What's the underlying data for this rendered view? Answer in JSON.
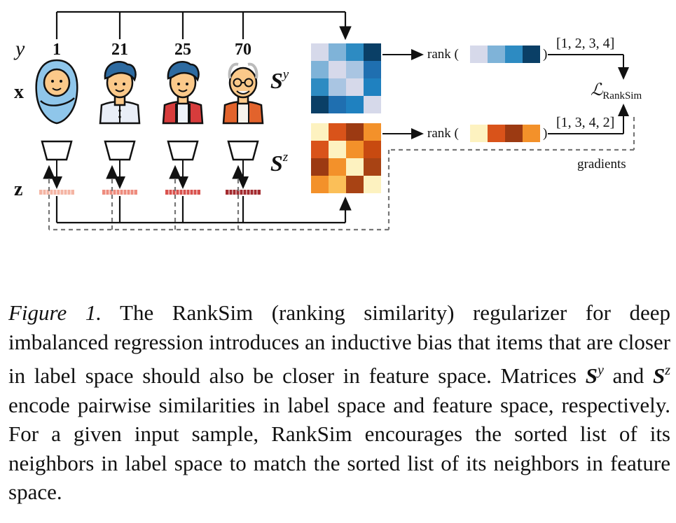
{
  "figure": {
    "row_labels": {
      "y": "y",
      "x": "x",
      "z": "z"
    },
    "labels": [
      "1",
      "21",
      "25",
      "70"
    ],
    "sy_label": "S",
    "sy_sup": "y",
    "sz_label": "S",
    "sz_sup": "z",
    "rank_text_top": "rank (",
    "rank_text_bottom": "rank (",
    "rank_close": ")",
    "rank_list_top": "[1, 2, 3, 4]",
    "rank_list_bottom": "[1, 3, 4, 2]",
    "loss_symbol": "ℒ",
    "loss_subscript": "RankSim",
    "gradients_label": "gradients",
    "icons": [
      "baby-icon",
      "young-man-icon",
      "man-icon",
      "elderly-man-icon"
    ],
    "sy_matrix": [
      [
        "#d6d9ea",
        "#7fb3d8",
        "#2d8bc2",
        "#0a3f66"
      ],
      [
        "#7fb3d8",
        "#d6d9ea",
        "#a9c5e2",
        "#1f6fb0"
      ],
      [
        "#2d8bc2",
        "#a9c5e2",
        "#d6d9ea",
        "#1f81c0"
      ],
      [
        "#0a3f66",
        "#1f6fb0",
        "#1f81c0",
        "#d6d9ea"
      ]
    ],
    "sz_matrix": [
      [
        "#fdf2c0",
        "#d9531a",
        "#9c3a12",
        "#f3912a"
      ],
      [
        "#d9531a",
        "#fdf2c0",
        "#f3912a",
        "#c84a10"
      ],
      [
        "#9c3a12",
        "#f3912a",
        "#fdf2c0",
        "#a84314"
      ],
      [
        "#f3912a",
        "#fbbf58",
        "#a84314",
        "#fdf2c0"
      ]
    ],
    "sy_row": [
      "#d6d9ea",
      "#7fb3d8",
      "#2d8bc2",
      "#0a3f66"
    ],
    "sz_row": [
      "#fdf2c0",
      "#d9531a",
      "#9c3a12",
      "#f3912a"
    ],
    "embed_colors": [
      "#f4b5a4",
      "#ee8c7e",
      "#d9534f",
      "#a32b2f"
    ]
  },
  "caption": {
    "label": "Figure 1.",
    "part1": " The RankSim (ranking similarity) regularizer for deep imbalanced regression introduces an inductive bias that items that are closer in label space should also be closer in feature space. Matrices ",
    "sym1": "S",
    "sup1": "y",
    "part2": " and ",
    "sym2": "S",
    "sup2": "z",
    "part3": " encode pairwise similarities in label space and feature space, respectively. For a given input sample, RankSim encourages the sorted list of its neighbors in label space to match the sorted list of its neighbors in feature space."
  }
}
